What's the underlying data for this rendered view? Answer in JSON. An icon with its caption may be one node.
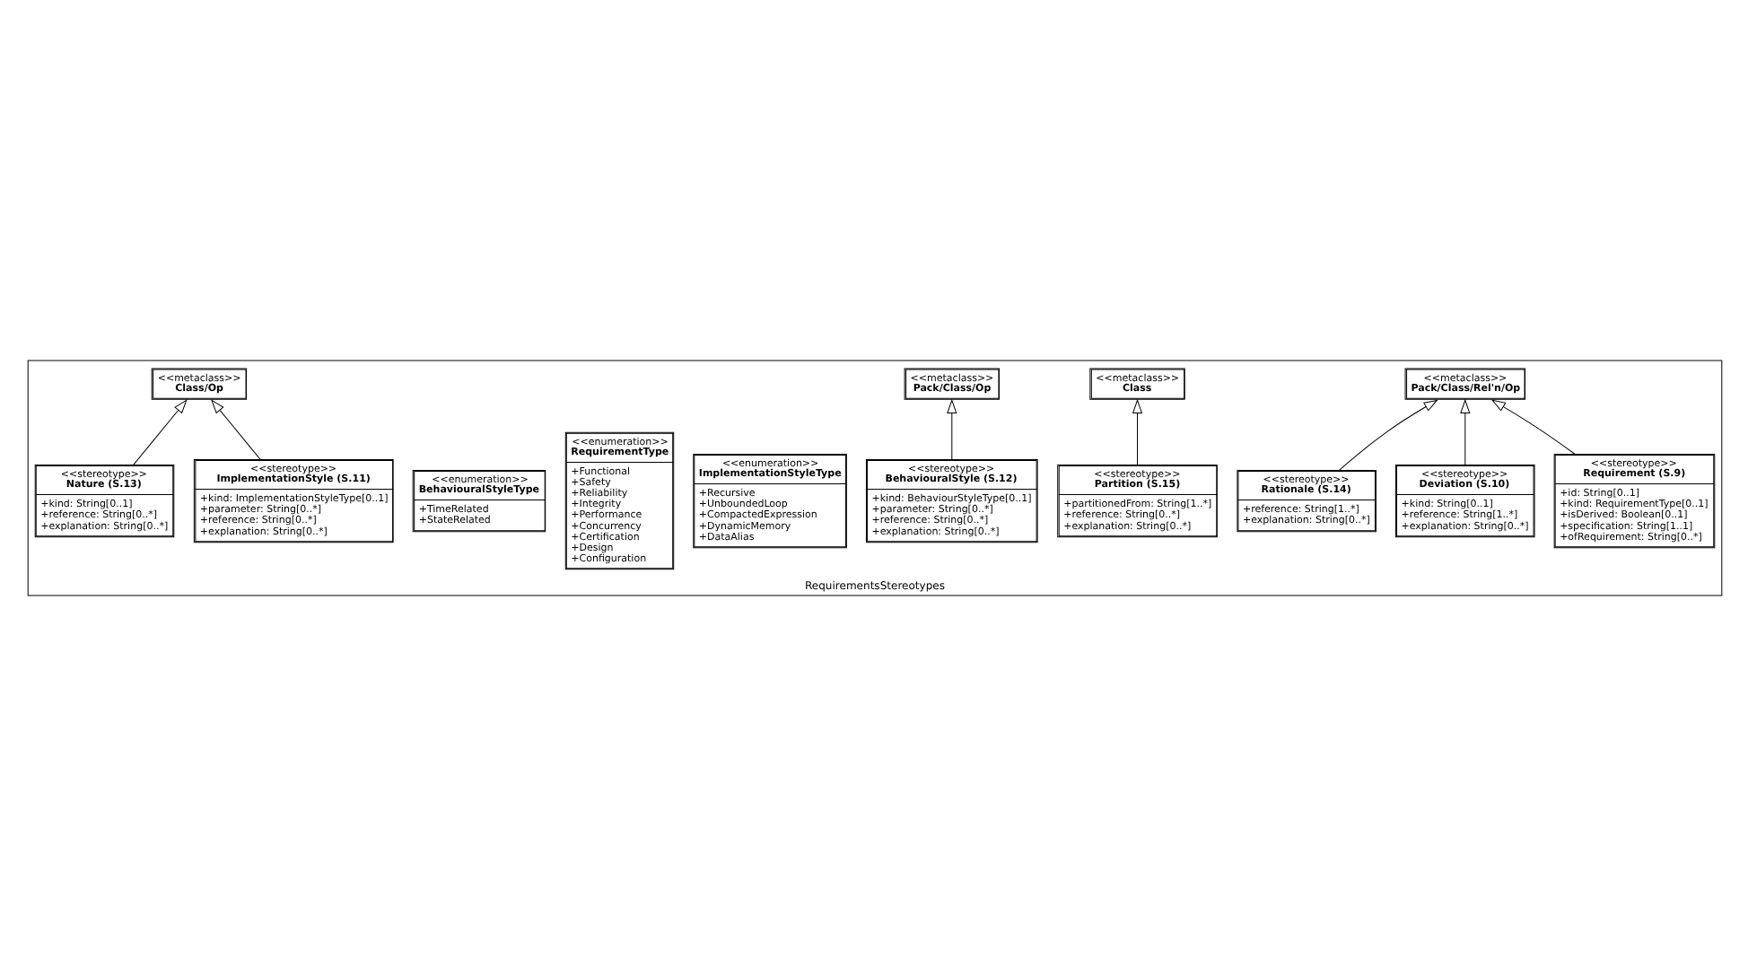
{
  "diagram": {
    "nodes": [
      {
        "text": [
          "RequirementsStereotypes"
        ]
      },
      {
        "text": [
          "<<stereotype>>",
          "Requirement (S.9)",
          "+id: String[0..1]",
          "+kind: RequirementType[0..1]",
          "+isDerived: Boolean[0..1]",
          "+specification: String[1..1]",
          "+ofRequirement: String[0..*]"
        ],
        "in": 0
      },
      {
        "text": [
          "<<metaclass>>",
          "Pack/Class/Rel'n/Op"
        ],
        "in": 0
      },
      {
        "text": [
          "<<metaclass>>",
          "Class"
        ],
        "in": 0
      },
      {
        "text": [
          "<<metaclass>>",
          "Pack/Class/Op"
        ],
        "in": 0
      },
      {
        "text": [
          "<<stereotype>>",
          "Deviation (S.10)",
          "+kind: String[0..1]",
          "+reference: String[1..*]",
          "+explanation: String[0..*]"
        ],
        "in": 0
      },
      {
        "text": [
          "<<stereotype>>",
          "Rationale (S.14)",
          "+reference: String[1..*]",
          "+explanation: String[0..*]"
        ],
        "in": 0
      },
      {
        "text": [
          "<<stereotype>>",
          "Partition (S.15)",
          "+partitionedFrom: String[1..*]",
          "+reference: String[0..*]",
          "+explanation: String[0..*]"
        ],
        "in": 0
      },
      {
        "text": [
          "<<stereotype>>",
          "BehaviouralStyle (S.12)",
          "+kind: BehaviourStyleType[0..1]",
          "+parameter: String[0..*]",
          "+reference: String[0..*]",
          "+explanation: String[0..*]"
        ],
        "in": 0
      },
      {
        "text": [
          "<<enumeration>>",
          "ImplementationStyleType",
          "+Recursive",
          "+UnboundedLoop",
          "+CompactedExpression",
          "+DynamicMemory",
          "+DataAlias"
        ],
        "in": 0
      },
      {
        "text": [
          "<<enumeration>>",
          "RequirementType",
          "+Functional",
          "+Safety",
          "+Reliability",
          "+Integrity",
          "+Performance",
          "+Concurrency",
          "+Certification",
          "+Design",
          "+Configuration"
        ],
        "in": 0
      },
      {
        "text": [
          "<<metaclass>>",
          "Class/Op"
        ],
        "in": 0
      },
      {
        "text": [
          "<<enumeration>>",
          "BehaviouralStyleType",
          "+TimeRelated",
          "+StateRelated"
        ],
        "in": 0
      },
      {
        "text": [
          "<<stereotype>>",
          "ImplementationStyle (S.11)",
          "+kind: ImplementationStyleType[0..1]",
          "+parameter: String[0..*]",
          "+reference: String[0..*]",
          "+explanation: String[0..*]"
        ],
        "in": 0
      },
      {
        "text": [
          "<<stereotype>>",
          "Nature (S.13)",
          "+kind: String[0..1]",
          "+reference: String[0..*]",
          "+explanation: String[0..*]"
        ],
        "in": 0
      }
    ],
    "edges": [
      {
        "from": 1,
        "to": 2,
        "arrow": "to"
      },
      {
        "from": 5,
        "to": 2,
        "arrow": "to"
      },
      {
        "from": 6,
        "to": 2,
        "arrow": "to"
      },
      {
        "from": 7,
        "to": 3,
        "arrow": "to"
      },
      {
        "from": 8,
        "to": 4,
        "arrow": "to"
      },
      {
        "from": 13,
        "to": 11,
        "arrow": "to"
      },
      {
        "from": 14,
        "to": 11,
        "arrow": "to"
      }
    ]
  }
}
